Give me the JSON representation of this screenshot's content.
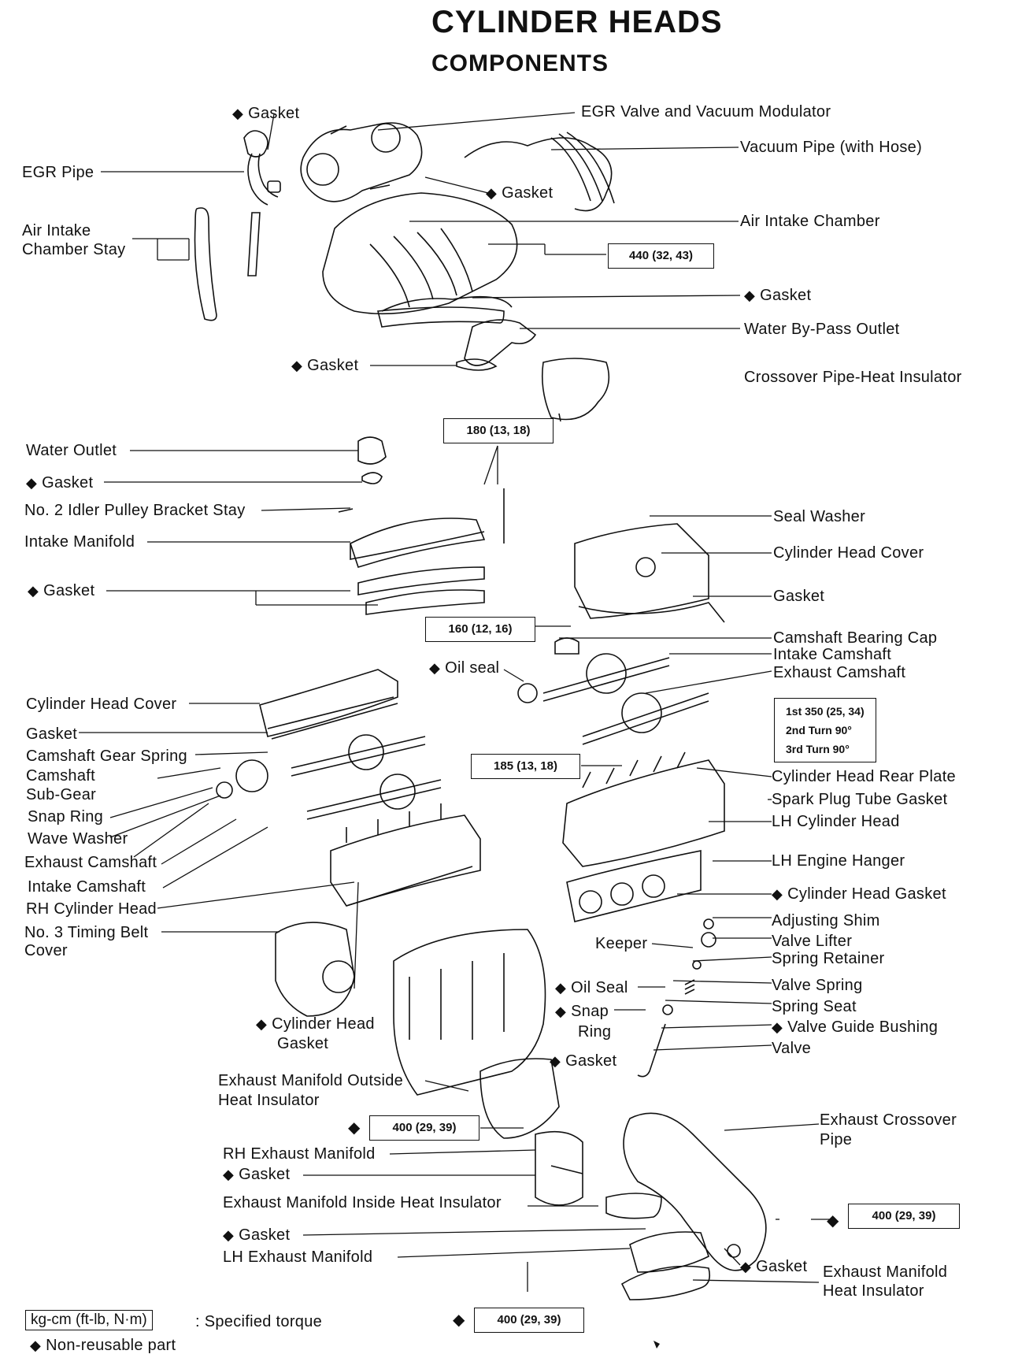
{
  "title": "CYLINDER HEADS",
  "subtitle": "COMPONENTS",
  "labels": {
    "gasket_top": "Gasket",
    "egr_valve": "EGR Valve and Vacuum Modulator",
    "vacuum_pipe": "Vacuum Pipe (with Hose)",
    "egr_pipe": "EGR Pipe",
    "gasket_egr": "Gasket",
    "air_intake_stay_1": "Air Intake",
    "air_intake_stay_2": "Chamber Stay",
    "air_intake_chamber": "Air Intake Chamber",
    "gasket_chamber": "Gasket",
    "water_bypass": "Water By-Pass Outlet",
    "gasket_bypass": "Gasket",
    "crossover_insulator": "Crossover Pipe-Heat Insulator",
    "water_outlet": "Water Outlet",
    "gasket_outlet": "Gasket",
    "idler_stay": "No. 2 Idler Pulley Bracket Stay",
    "intake_manifold": "Intake Manifold",
    "gasket_manifold": "Gasket",
    "seal_washer": "Seal Washer",
    "cyl_head_cover_lh": "Cylinder Head Cover",
    "gasket_cover_lh": "Gasket",
    "cam_bearing_cap": "Camshaft Bearing Cap",
    "intake_cam_lh": "Intake Camshaft",
    "exhaust_cam_lh": "Exhaust Camshaft",
    "oil_seal_cam": "Oil seal",
    "cyl_head_cover_rh": "Cylinder Head Cover",
    "gasket_cover_rh": "Gasket",
    "cam_gear_spring": "Camshaft Gear Spring",
    "camshaft_1": "Camshaft",
    "camshaft_2": "Sub-Gear",
    "snap_ring": "Snap Ring",
    "wave_washer": "Wave Washer",
    "exhaust_cam_rh": "Exhaust Camshaft",
    "intake_cam_rh": "Intake Camshaft",
    "rh_cyl_head": "RH Cylinder Head",
    "timing_cover_1": "No. 3 Timing Belt",
    "timing_cover_2": "Cover",
    "rear_plate": "Cylinder Head Rear Plate",
    "spark_gasket": "Spark Plug Tube Gasket",
    "lh_cyl_head": "LH Cylinder Head",
    "lh_hanger": "LH Engine Hanger",
    "cyl_head_gasket_lh": "Cylinder Head Gasket",
    "adjusting_shim": "Adjusting Shim",
    "keeper": "Keeper",
    "valve_lifter": "Valve Lifter",
    "spring_retainer": "Spring Retainer",
    "oil_seal_valve": "Oil Seal",
    "valve_spring": "Valve Spring",
    "snap_1": "Snap",
    "snap_2": "Ring",
    "spring_seat": "Spring Seat",
    "valve_guide": "Valve Guide Bushing",
    "valve": "Valve",
    "cyl_head_gasket_rh_1": "Cylinder Head",
    "cyl_head_gasket_rh_2": "Gasket",
    "gasket_exh": "Gasket",
    "exh_outside_1": "Exhaust Manifold Outside",
    "exh_outside_2": "Heat Insulator",
    "exh_crossover_1": "Exhaust Crossover",
    "exh_crossover_2": "Pipe",
    "rh_exh_manifold": "RH Exhaust Manifold",
    "gasket_rh_exh": "Gasket",
    "exh_inside": "Exhaust Manifold Inside Heat Insulator",
    "gasket_lh_exh": "Gasket",
    "lh_exh_manifold": "LH Exhaust Manifold",
    "gasket_crossover": "Gasket",
    "exh_insulator_1": "Exhaust Manifold",
    "exh_insulator_2": "Heat Insulator"
  },
  "torques": {
    "t440": "440 (32, 43)",
    "t180": "180 (13, 18)",
    "t160": "160 (12, 16)",
    "t185": "185 (13, 18)",
    "t_head_1": "1st  350 (25, 34)",
    "t_head_2": "2nd Turn 90°",
    "t_head_3": "3rd  Turn 90°",
    "t400_a": "400 (29, 39)",
    "t400_b": "400 (29, 39)",
    "t400_c": "400 (29, 39)"
  },
  "legend": {
    "unit": "kg-cm (ft-lb, N·m)",
    "unit_desc": ": Specified torque",
    "nonreusable": "Non-reusable part",
    "diamond": "◆"
  }
}
